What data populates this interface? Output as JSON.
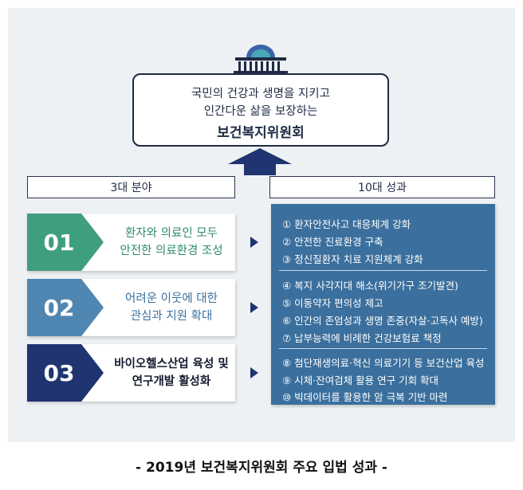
{
  "mission": {
    "line1": "국민의 건강과 생명을 지키고",
    "line2": "인간다운 삶을 보장하는",
    "line3": "보건복지위원회"
  },
  "sections": {
    "left_title": "3대 분야",
    "right_title": "10대 성과"
  },
  "fields": [
    {
      "number": "01",
      "line1": "환자와 의료인 모두",
      "line2": "안전한 의료환경 조성",
      "badge_color": "#3f9f7d",
      "text_color": "#2f8c69"
    },
    {
      "number": "02",
      "line1": "어려운 이웃에 대한",
      "line2": "관심과 지원 확대",
      "badge_color": "#4f86b2",
      "text_color": "#3b6f9d"
    },
    {
      "number": "03",
      "line1": "바이오헬스산업 육성 및",
      "line2": "연구개발 활성화",
      "badge_color": "#1f3470",
      "text_color": "#141a2e"
    }
  ],
  "results": [
    "① 환자안전사고 대응체계 강화",
    "② 안전한 진료환경 구축",
    "③ 정신질환자 치료 지원체계 강화",
    "④ 복지 사각지대 해소(위기가구 조기발견)",
    "⑤ 이동약자 편의성 제고",
    "⑥ 인간의 존엄성과 생명 존중(자살·고독사 예방)",
    "⑦ 납부능력에 비례한 건강보험료 책정",
    "⑧ 첨단재생의료·혁신 의료기기 등 보건산업 육성",
    "⑨ 시체·잔여검체 활용 연구 기회 확대",
    "⑩ 빅데이터를 활용한 암 극복 기반 마련"
  ],
  "caption": "- 2019년 보건복지위원회 주요 입법 성과 -",
  "colors": {
    "navy": "#1f2a44",
    "panel_bg": "#eef1f4",
    "results_bg": "#3b6f9d"
  },
  "icons": {
    "emblem": "national-assembly-building-icon",
    "up_arrow": "up-arrow-icon",
    "right_arrow": "triangle-right-icon"
  }
}
